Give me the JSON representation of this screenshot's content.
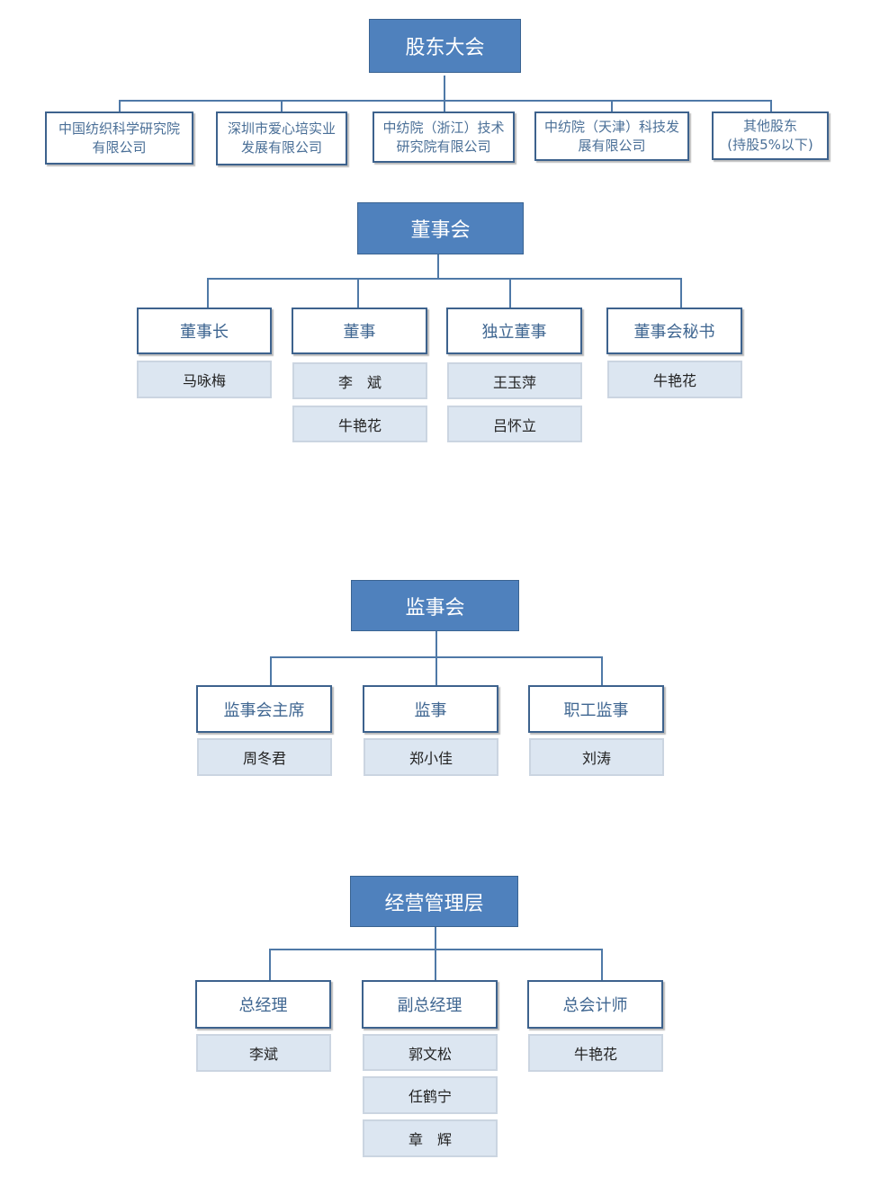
{
  "shareholders_meeting": {
    "title": "股东大会",
    "shareholders": [
      "中国纺织科学研究院\n有限公司",
      "深圳市爱心培实业\n发展有限公司",
      "中纺院（浙江）技术\n研究院有限公司",
      "中纺院（天津）科技发\n展有限公司",
      "其他股东\n(持股5%以下)"
    ]
  },
  "board": {
    "title": "董事会",
    "roles": [
      {
        "label": "董事长",
        "people": [
          "马咏梅"
        ]
      },
      {
        "label": "董事",
        "people": [
          "李　斌",
          "牛艳花"
        ]
      },
      {
        "label": "独立董事",
        "people": [
          "王玉萍",
          "吕怀立"
        ]
      },
      {
        "label": "董事会秘书",
        "people": [
          "牛艳花"
        ]
      }
    ]
  },
  "supervisory_board": {
    "title": "监事会",
    "roles": [
      {
        "label": "监事会主席",
        "people": [
          "周冬君"
        ]
      },
      {
        "label": "监事",
        "people": [
          "郑小佳"
        ]
      },
      {
        "label": "职工监事",
        "people": [
          "刘涛"
        ]
      }
    ]
  },
  "management": {
    "title": "经营管理层",
    "roles": [
      {
        "label": "总经理",
        "people": [
          "李斌"
        ]
      },
      {
        "label": "副总经理",
        "people": [
          "郭文松",
          "任鹤宁",
          "章　辉"
        ]
      },
      {
        "label": "总会计师",
        "people": [
          "牛艳花"
        ]
      }
    ]
  },
  "colors": {
    "header_fill": "#4f81bd",
    "box_border": "#3d628d",
    "person_fill": "#dce6f1",
    "connector": "#4f79a7"
  }
}
